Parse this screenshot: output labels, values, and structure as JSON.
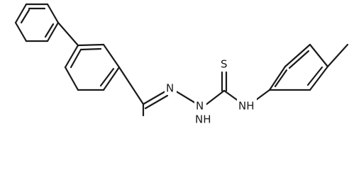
{
  "molecule": {
    "atoms": {
      "sulfur": "S",
      "n_hydrazone_1": "N",
      "n_hydrazone_2": "N",
      "nh_hydrazide": "NH",
      "nh_aryl": "NH"
    }
  }
}
